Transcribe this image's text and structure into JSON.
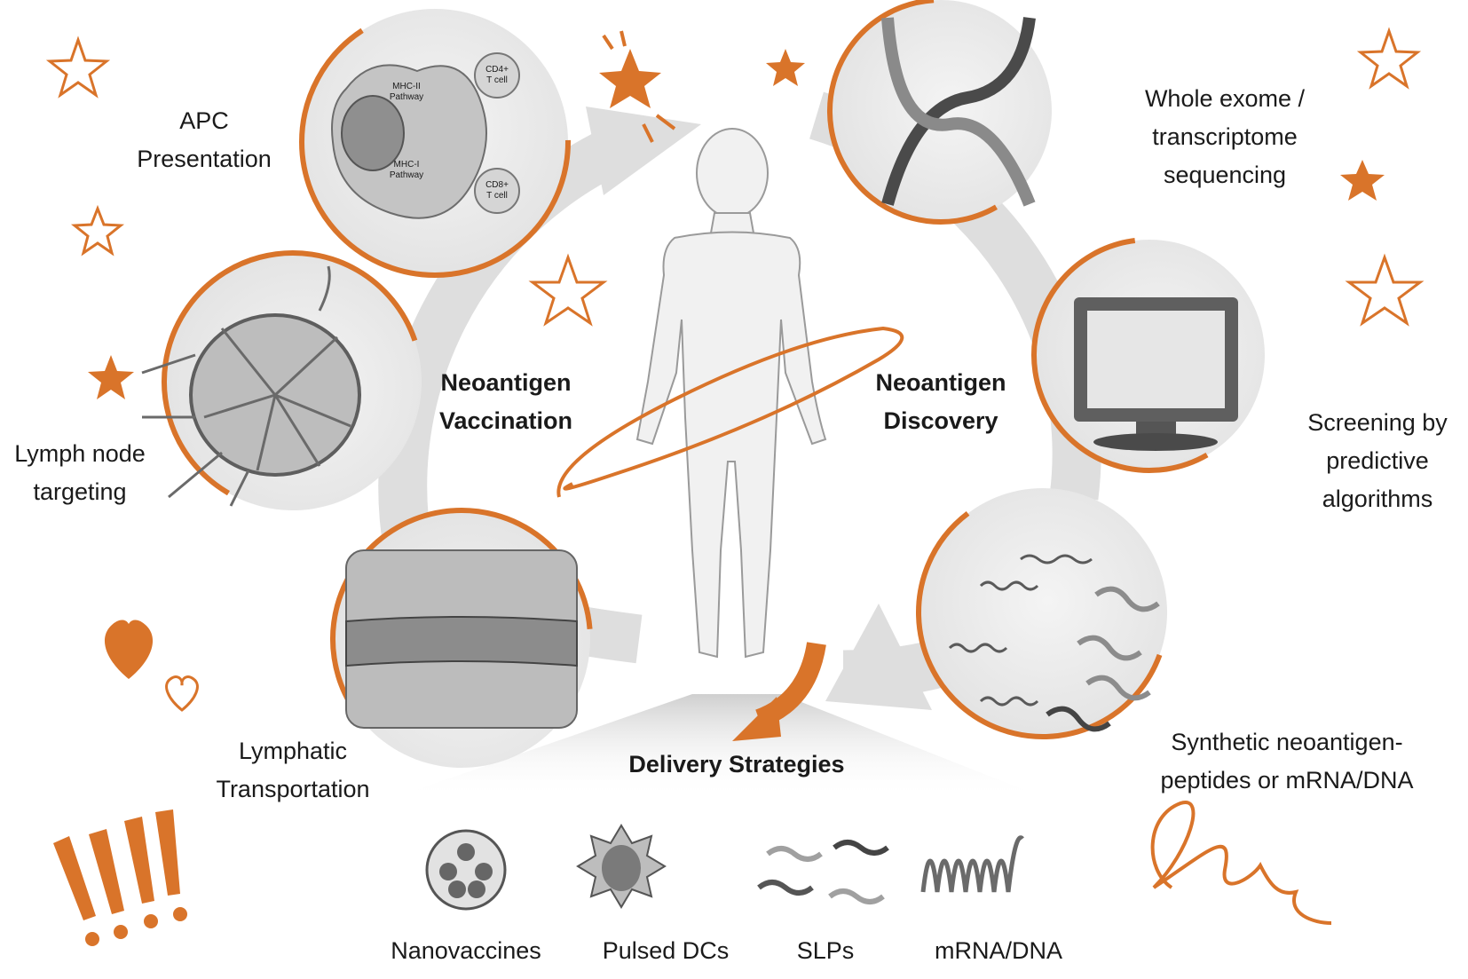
{
  "colors": {
    "accent": "#d9742a",
    "arrow": "#dcdcdc",
    "text": "#1a1a1a"
  },
  "center": {
    "left_title": "Neoantigen\nVaccination",
    "right_title": "Neoantigen\nDiscovery"
  },
  "steps": {
    "apc": "APC\nPresentation",
    "lymph_node": "Lymph node\ntargeting",
    "lymphatic": "Lymphatic\nTransportation",
    "sequencing": "Whole exome /\ntranscriptome\nsequencing",
    "screening": "Screening by\npredictive\nalgorithms",
    "synthetic": "Synthetic neoantigen-\npeptides or mRNA/DNA"
  },
  "apc_cell_labels": {
    "mhc2": "MHC-II\nPathway",
    "mhc1": "MHC-I\nPathway",
    "cd4": "CD4+\nT cell",
    "cd8": "CD8+\nT cell"
  },
  "delivery": {
    "title": "Delivery Strategies",
    "items": [
      "Nanovaccines",
      "Pulsed DCs",
      "SLPs",
      "mRNA/DNA"
    ]
  },
  "icons": [
    "star-icon",
    "heart-icon",
    "exclamation-icon",
    "swirl-icon",
    "dna-icon",
    "monitor-icon",
    "human-body-icon"
  ]
}
